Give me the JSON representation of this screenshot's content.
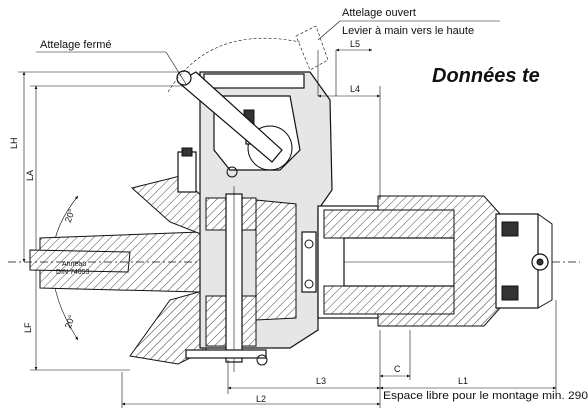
{
  "heading": "Données te",
  "callouts": {
    "closed": "Attelage fermé",
    "open": "Attelage ouvert",
    "lever": "Levier à main vers le haute"
  },
  "dimensions": {
    "l1": "L1",
    "l2": "L2",
    "l3": "L3",
    "l4": "L4",
    "l5": "L5",
    "c": "C",
    "lh": "LH",
    "la": "LA",
    "lf": "LF"
  },
  "angles": {
    "upper": "20°",
    "lower": "20°"
  },
  "ring": {
    "line1": "Anneau",
    "line2": "DIN 74053"
  },
  "footer_note": "Espace libre pour le montage min. 290"
}
